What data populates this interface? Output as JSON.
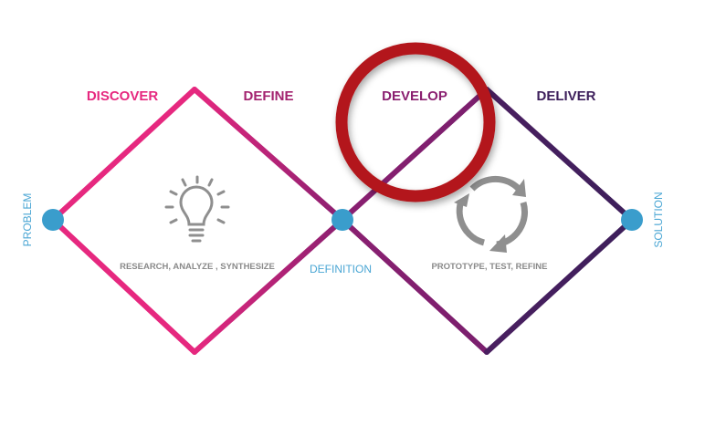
{
  "phases": {
    "discover": "DISCOVER",
    "define": "DEFINE",
    "develop": "DEVELOP",
    "deliver": "DELIVER"
  },
  "nodes": {
    "problem": "PROBLEM",
    "definition": "DEFINITION",
    "solution": "SOLUTION"
  },
  "diamonds": {
    "first_caption": "RESEARCH, ANALYZE , SYNTHESIZE",
    "second_caption": "PROTOTYPE, TEST, REFINE"
  },
  "colors": {
    "discover": "#e6287f",
    "define": "#a3236f",
    "develop": "#8a1f70",
    "deliver": "#3d1f5b",
    "node": "#3a9dcc",
    "highlight_ring": "#b3161a",
    "icon": "#8f8f8f"
  },
  "icons": {
    "first": "lightbulb-icon",
    "second": "cycle-arrows-icon"
  },
  "highlight": "DEVELOP"
}
